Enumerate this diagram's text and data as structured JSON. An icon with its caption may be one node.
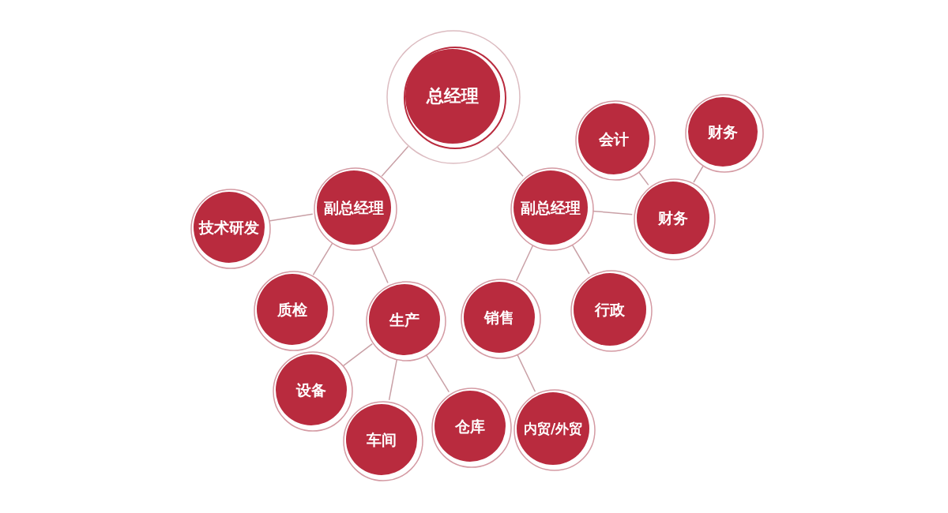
{
  "diagram": {
    "nodes": [
      {
        "text": [
          "总经理"
        ]
      },
      {
        "text": [
          "副总经理"
        ]
      },
      {
        "text": [
          "副总经理"
        ]
      },
      {
        "text": [
          "技术研发"
        ]
      },
      {
        "text": [
          "质检"
        ]
      },
      {
        "text": [
          "生产"
        ]
      },
      {
        "text": [
          "销售"
        ]
      },
      {
        "text": [
          "行政"
        ]
      },
      {
        "text": [
          "会计"
        ]
      },
      {
        "text": [
          "财务"
        ]
      },
      {
        "text": [
          "财务"
        ]
      },
      {
        "text": [
          "设备"
        ]
      },
      {
        "text": [
          "车间"
        ]
      },
      {
        "text": [
          "仓库"
        ]
      },
      {
        "text": [
          "内贸/外贸"
        ]
      }
    ],
    "edges": [
      {
        "from": 0,
        "to": 1,
        "arrow": "none"
      },
      {
        "from": 0,
        "to": 2,
        "arrow": "none"
      },
      {
        "from": 1,
        "to": 3,
        "arrow": "none"
      },
      {
        "from": 1,
        "to": 4,
        "arrow": "none"
      },
      {
        "from": 1,
        "to": 5,
        "arrow": "none"
      },
      {
        "from": 2,
        "to": 6,
        "arrow": "none"
      },
      {
        "from": 2,
        "to": 7,
        "arrow": "none"
      },
      {
        "from": 2,
        "to": 10,
        "arrow": "none"
      },
      {
        "from": 10,
        "to": 8,
        "arrow": "none"
      },
      {
        "from": 10,
        "to": 9,
        "arrow": "none"
      },
      {
        "from": 5,
        "to": 11,
        "arrow": "none"
      },
      {
        "from": 5,
        "to": 12,
        "arrow": "none"
      },
      {
        "from": 5,
        "to": 13,
        "arrow": "none"
      },
      {
        "from": 6,
        "to": 14,
        "arrow": "none"
      }
    ]
  }
}
